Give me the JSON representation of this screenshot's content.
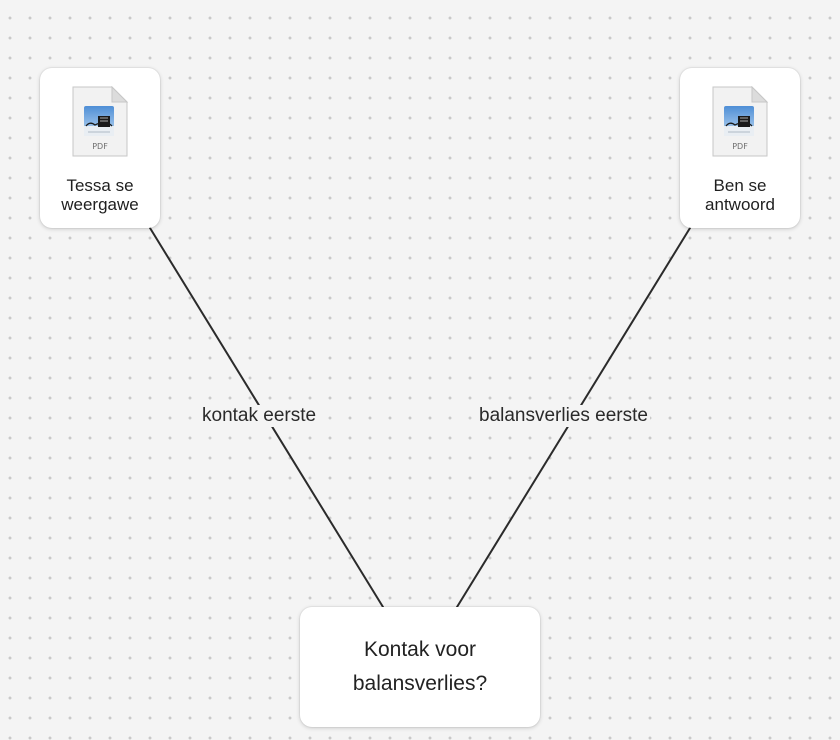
{
  "canvas": {
    "background": "#f4f4f4",
    "dot_color": "#c9c9c9"
  },
  "nodes": {
    "left_file": {
      "label": "Tessa se\nweergawe",
      "icon": "pdf-file-icon",
      "icon_text": "PDF"
    },
    "right_file": {
      "label": "Ben se\nantwoord",
      "icon": "pdf-file-icon",
      "icon_text": "PDF"
    },
    "bottom_text": {
      "text": "Kontak voor\nbalansverlies?"
    }
  },
  "edges": {
    "left": {
      "label": "kontak eerste"
    },
    "right": {
      "label": "balansverlies eerste"
    },
    "color": "#2b2b2b"
  }
}
